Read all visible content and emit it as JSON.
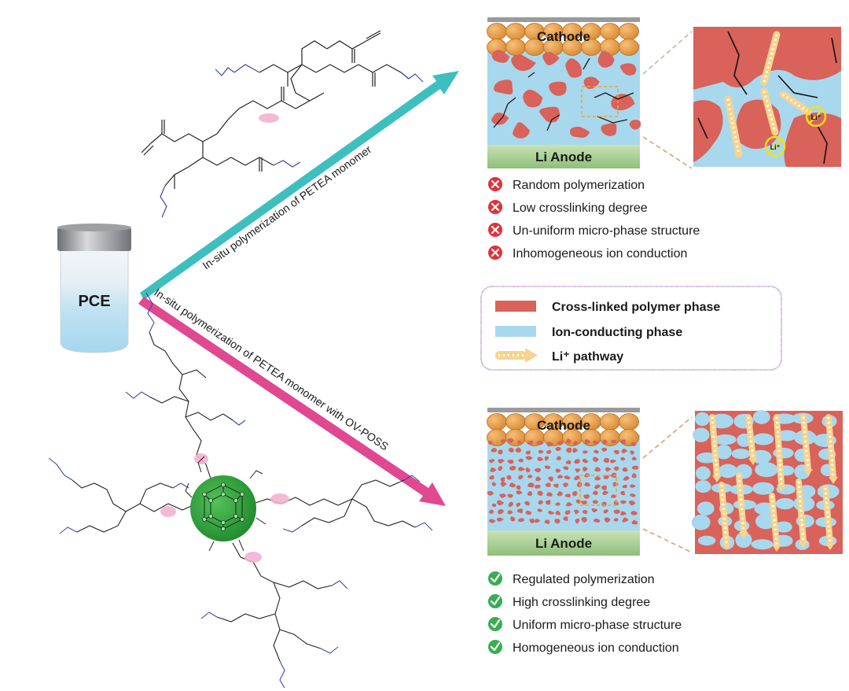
{
  "pce_label": "PCE",
  "arrow_top_label": "In-situ polymerization of PETEA monomer",
  "arrow_bottom_label": "In-situ polymerization of PETEA monomer with OV-POSS",
  "cell_top": {
    "cathode_label": "Cathode",
    "anode_label": "Li Anode"
  },
  "cell_bottom": {
    "cathode_label": "Cathode",
    "anode_label": "Li Anode"
  },
  "li_ion_label": "Li⁺",
  "issues_top": [
    "Random polymerization",
    "Low crosslinking degree",
    "Un-uniform micro-phase structure",
    "Inhomogeneous ion conduction"
  ],
  "benefits_bottom": [
    "Regulated polymerization",
    "High crosslinking degree",
    "Uniform micro-phase structure",
    "Homogeneous ion conduction"
  ],
  "legend": {
    "polymer_phase": "Cross-linked polymer phase",
    "ion_phase": "Ion-conducting phase",
    "pathway": "Li⁺ pathway"
  },
  "colors": {
    "teal_arrow": "#3dbfbf",
    "magenta_arrow": "#e0488f",
    "polymer_red": "#d9625a",
    "ion_blue": "#a8d8ee",
    "cathode_orange": "#e6953f",
    "anode_green": "#9cc78a",
    "cross_red": "#e2313b",
    "check_green": "#3aad54",
    "posS_green": "#2e9e3a",
    "highlight_pink": "#f2b3cf",
    "pathway_yellow": "#f6d48f"
  }
}
